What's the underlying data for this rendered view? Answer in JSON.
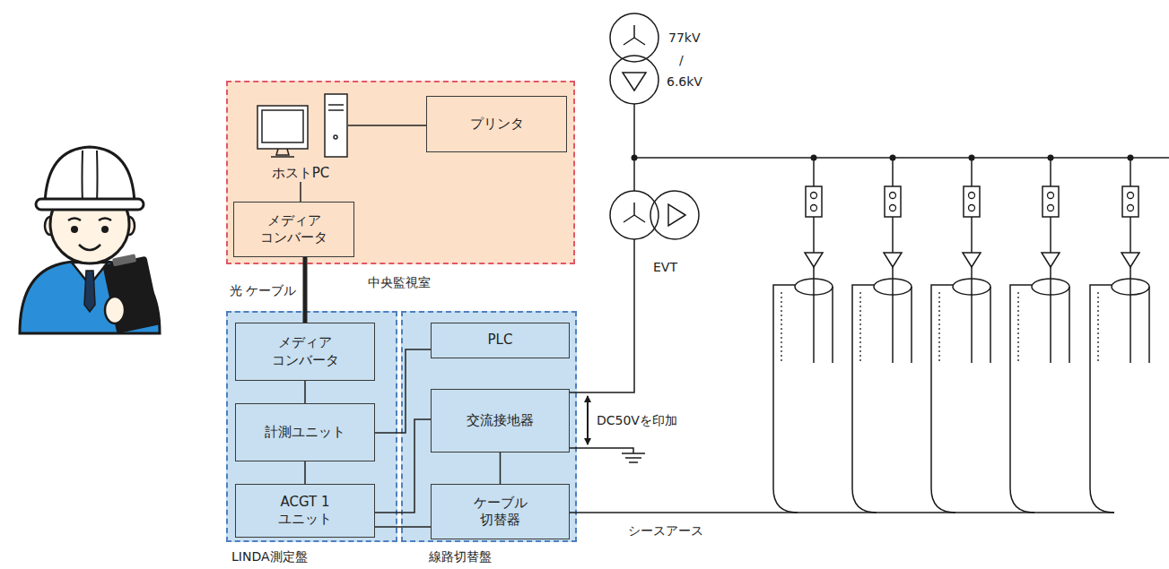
{
  "diagram": {
    "nodes": [
      {
        "text": [
          "中央監視室"
        ]
      },
      {
        "text": [
          "ホストPC"
        ],
        "in": 0
      },
      {
        "text": [
          "プリンタ"
        ],
        "in": 0
      },
      {
        "text": [
          "メディア コンバータ"
        ],
        "in": 0
      },
      {
        "text": [
          "LINDA測定盤"
        ]
      },
      {
        "text": [
          "メディア コンバータ"
        ],
        "in": 4
      },
      {
        "text": [
          "計測ユニット"
        ],
        "in": 4
      },
      {
        "text": [
          "ACGT 1 ユニット"
        ],
        "in": 4
      },
      {
        "text": [
          "線路切替盤"
        ]
      },
      {
        "text": [
          "PLC"
        ],
        "in": 8
      },
      {
        "text": [
          "交流接地器"
        ],
        "in": 8
      },
      {
        "text": [
          "ケーブル 切替器"
        ],
        "in": 8
      }
    ],
    "edges": [
      {
        "from": 1,
        "to": 2,
        "arrow": "none"
      },
      {
        "from": 1,
        "to": 3,
        "arrow": "none"
      },
      {
        "from": 3,
        "to": 5,
        "arrow": "none",
        "label": "光 ケーブル"
      },
      {
        "from": 5,
        "to": 6,
        "arrow": "none"
      },
      {
        "from": 6,
        "to": 7,
        "arrow": "none"
      },
      {
        "from": 6,
        "to": 9,
        "arrow": "none"
      },
      {
        "from": 7,
        "to": 10,
        "arrow": "none"
      },
      {
        "from": 7,
        "to": 11,
        "arrow": "none"
      },
      {
        "from": 10,
        "to": 11,
        "arrow": "none"
      }
    ],
    "labels": [
      "77kV",
      "/",
      "6.6kV",
      "EVT",
      "DC50Vを印加",
      "シースアース"
    ]
  }
}
